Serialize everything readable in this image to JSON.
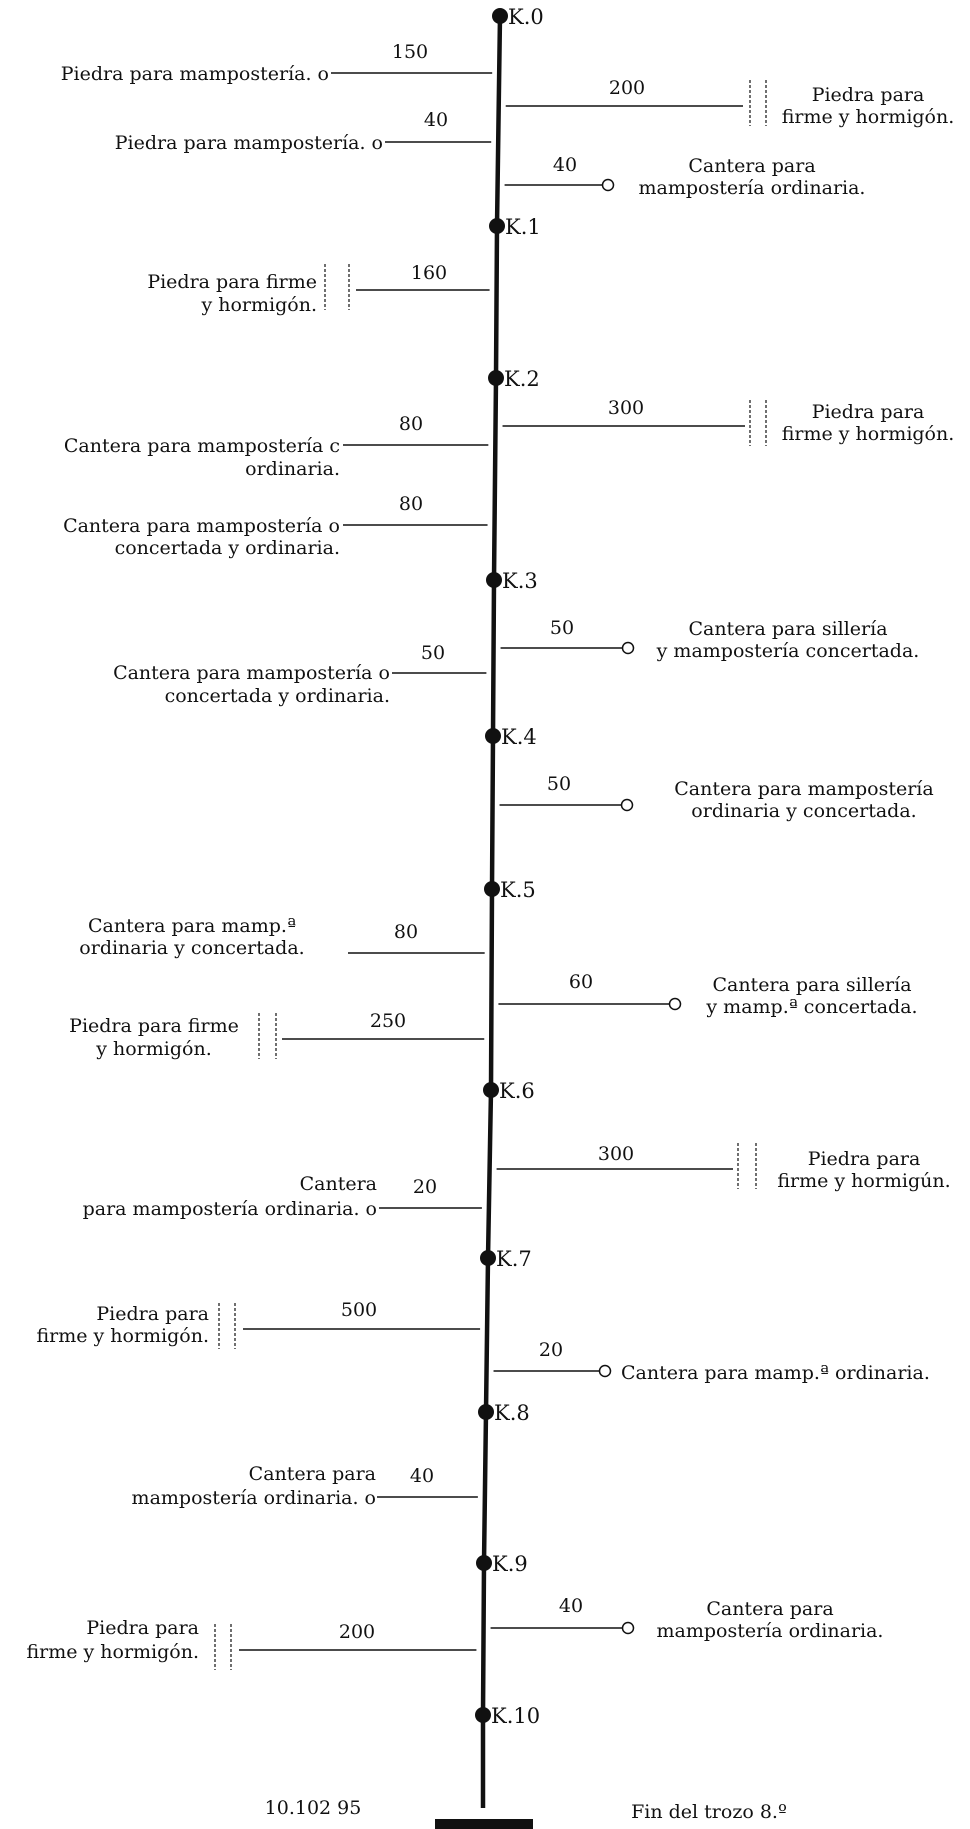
{
  "kilometers": [
    "K.0",
    "K.1",
    "K.2",
    "K.3",
    "K.4",
    "K.5",
    "K.6",
    "K.7",
    "K.8",
    "K.9",
    "K.10"
  ],
  "branches": [
    {
      "distance": "150",
      "lines": [
        "Piedra para mampostería. o"
      ]
    },
    {
      "distance": "200",
      "lines": [
        "Piedra para",
        "firme y hormigón."
      ]
    },
    {
      "distance": "40",
      "lines": [
        "Piedra para mampostería. o"
      ]
    },
    {
      "distance": "40",
      "lines": [
        "Cantera para",
        "mampostería ordinaria."
      ]
    },
    {
      "distance": "160",
      "lines": [
        "Piedra para firme",
        "y hormigón."
      ]
    },
    {
      "distance": "300",
      "lines": [
        "Piedra para",
        "firme y hormigón."
      ]
    },
    {
      "distance": "80",
      "lines": [
        "Cantera para mampostería c",
        "ordinaria."
      ]
    },
    {
      "distance": "80",
      "lines": [
        "Cantera para mampostería o",
        "concertada y ordinaria."
      ]
    },
    {
      "distance": "50",
      "lines": [
        "Cantera para sillería",
        "y mampostería concertada."
      ]
    },
    {
      "distance": "50",
      "lines": [
        "Cantera para mampostería o",
        "concertada y ordinaria."
      ]
    },
    {
      "distance": "50",
      "lines": [
        "Cantera para mampostería",
        "ordinaria y concertada."
      ]
    },
    {
      "distance": "80",
      "lines": [
        "Cantera para mamp.ª",
        "ordinaria y concertada."
      ]
    },
    {
      "distance": "60",
      "lines": [
        "Cantera para sillería",
        "y mamp.ª concertada."
      ]
    },
    {
      "distance": "250",
      "lines": [
        "Piedra para firme",
        "y hormigón."
      ]
    },
    {
      "distance": "300",
      "lines": [
        "Piedra para",
        "firme y hormigún."
      ]
    },
    {
      "distance": "20",
      "lines": [
        "Cantera",
        "para mampostería ordinaria. o"
      ]
    },
    {
      "distance": "500",
      "lines": [
        "Piedra para",
        "firme y hormigón."
      ]
    },
    {
      "distance": "20",
      "lines": [
        "Cantera para mamp.ª ordinaria."
      ]
    },
    {
      "distance": "40",
      "lines": [
        "Cantera para",
        "mampostería ordinaria. o"
      ]
    },
    {
      "distance": "40",
      "lines": [
        "Cantera para",
        "mampostería ordinaria."
      ]
    },
    {
      "distance": "200",
      "lines": [
        "Piedra para",
        "firme y hormigón."
      ]
    }
  ],
  "footer": {
    "length": "10.102 95",
    "end_label": "Fin del trozo 8.º"
  }
}
